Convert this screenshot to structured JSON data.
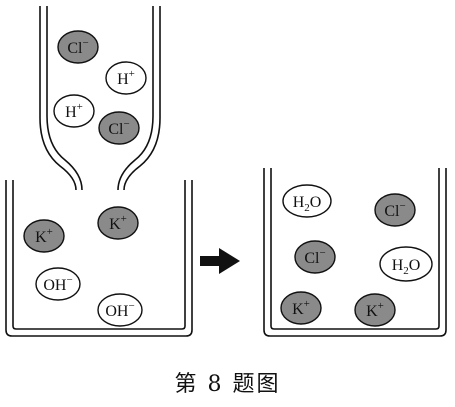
{
  "caption": "第 8 题图",
  "dropper_ions": [
    {
      "base": "Cl",
      "sup": "−",
      "sub": "",
      "fill": "dark"
    },
    {
      "base": "H",
      "sup": "+",
      "sub": "",
      "fill": "light"
    },
    {
      "base": "H",
      "sup": "+",
      "sub": "",
      "fill": "light"
    },
    {
      "base": "Cl",
      "sup": "−",
      "sub": "",
      "fill": "dark"
    }
  ],
  "left_beaker_ions": [
    {
      "base": "K",
      "sup": "+",
      "sub": "",
      "fill": "dark"
    },
    {
      "base": "K",
      "sup": "+",
      "sub": "",
      "fill": "dark"
    },
    {
      "base": "OH",
      "sup": "−",
      "sub": "",
      "fill": "light"
    },
    {
      "base": "OH",
      "sup": "−",
      "sub": "",
      "fill": "light"
    }
  ],
  "right_beaker_species": [
    {
      "base": "H",
      "sup": "",
      "sub": "2",
      "tail": "O",
      "fill": "light"
    },
    {
      "base": "Cl",
      "sup": "−",
      "sub": "",
      "fill": "dark"
    },
    {
      "base": "Cl",
      "sup": "−",
      "sub": "",
      "fill": "dark"
    },
    {
      "base": "H",
      "sup": "",
      "sub": "2",
      "tail": "O",
      "fill": "light"
    },
    {
      "base": "K",
      "sup": "+",
      "sub": "",
      "fill": "dark"
    },
    {
      "base": "K",
      "sup": "+",
      "sub": "",
      "fill": "dark"
    }
  ],
  "colors": {
    "dark_fill": "#8a8a8a",
    "light_fill": "#ffffff",
    "stroke": "#111111",
    "arrow": "#111111"
  },
  "icons": {
    "reaction_arrow": "arrow-right-icon"
  }
}
